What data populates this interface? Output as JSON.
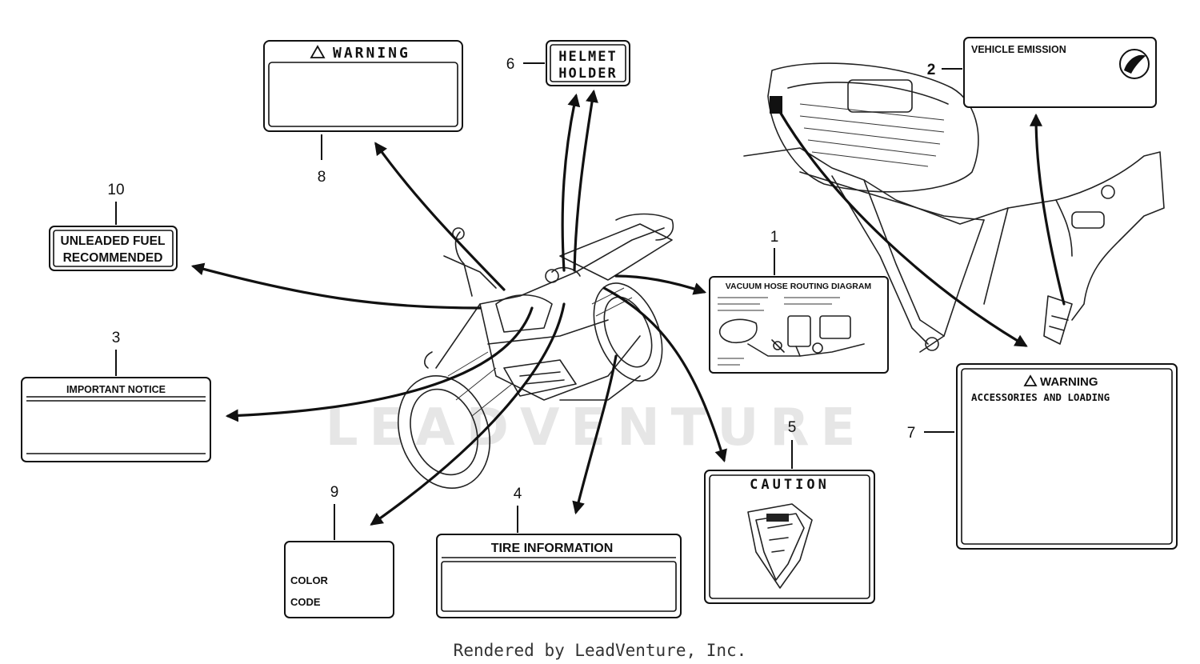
{
  "watermark": "LEADVENTURE",
  "footer": "Rendered by LeadVenture, Inc.",
  "callouts": {
    "c1": "1",
    "c2": "2",
    "c3": "3",
    "c4": "4",
    "c5": "5",
    "c6": "6",
    "c7": "7",
    "c8": "8",
    "c9": "9",
    "c10": "10"
  },
  "labels": {
    "warning_small": {
      "title": "WARNING"
    },
    "helmet_holder": {
      "line1": "HELMET",
      "line2": "HOLDER"
    },
    "vehicle_emission": {
      "title": "VEHICLE EMISSION"
    },
    "unleaded_fuel": {
      "line1": "UNLEADED FUEL",
      "line2": "RECOMMENDED"
    },
    "vacuum_hose": {
      "title": "VACUUM HOSE ROUTING DIAGRAM"
    },
    "important_notice": {
      "title": "IMPORTANT NOTICE"
    },
    "warning_accessories": {
      "title": "WARNING",
      "subtitle": "ACCESSORIES AND LOADING"
    },
    "caution": {
      "title": "CAUTION"
    },
    "tire_information": {
      "title": "TIRE INFORMATION"
    },
    "color_code": {
      "line1": "COLOR",
      "line2": "CODE"
    }
  }
}
